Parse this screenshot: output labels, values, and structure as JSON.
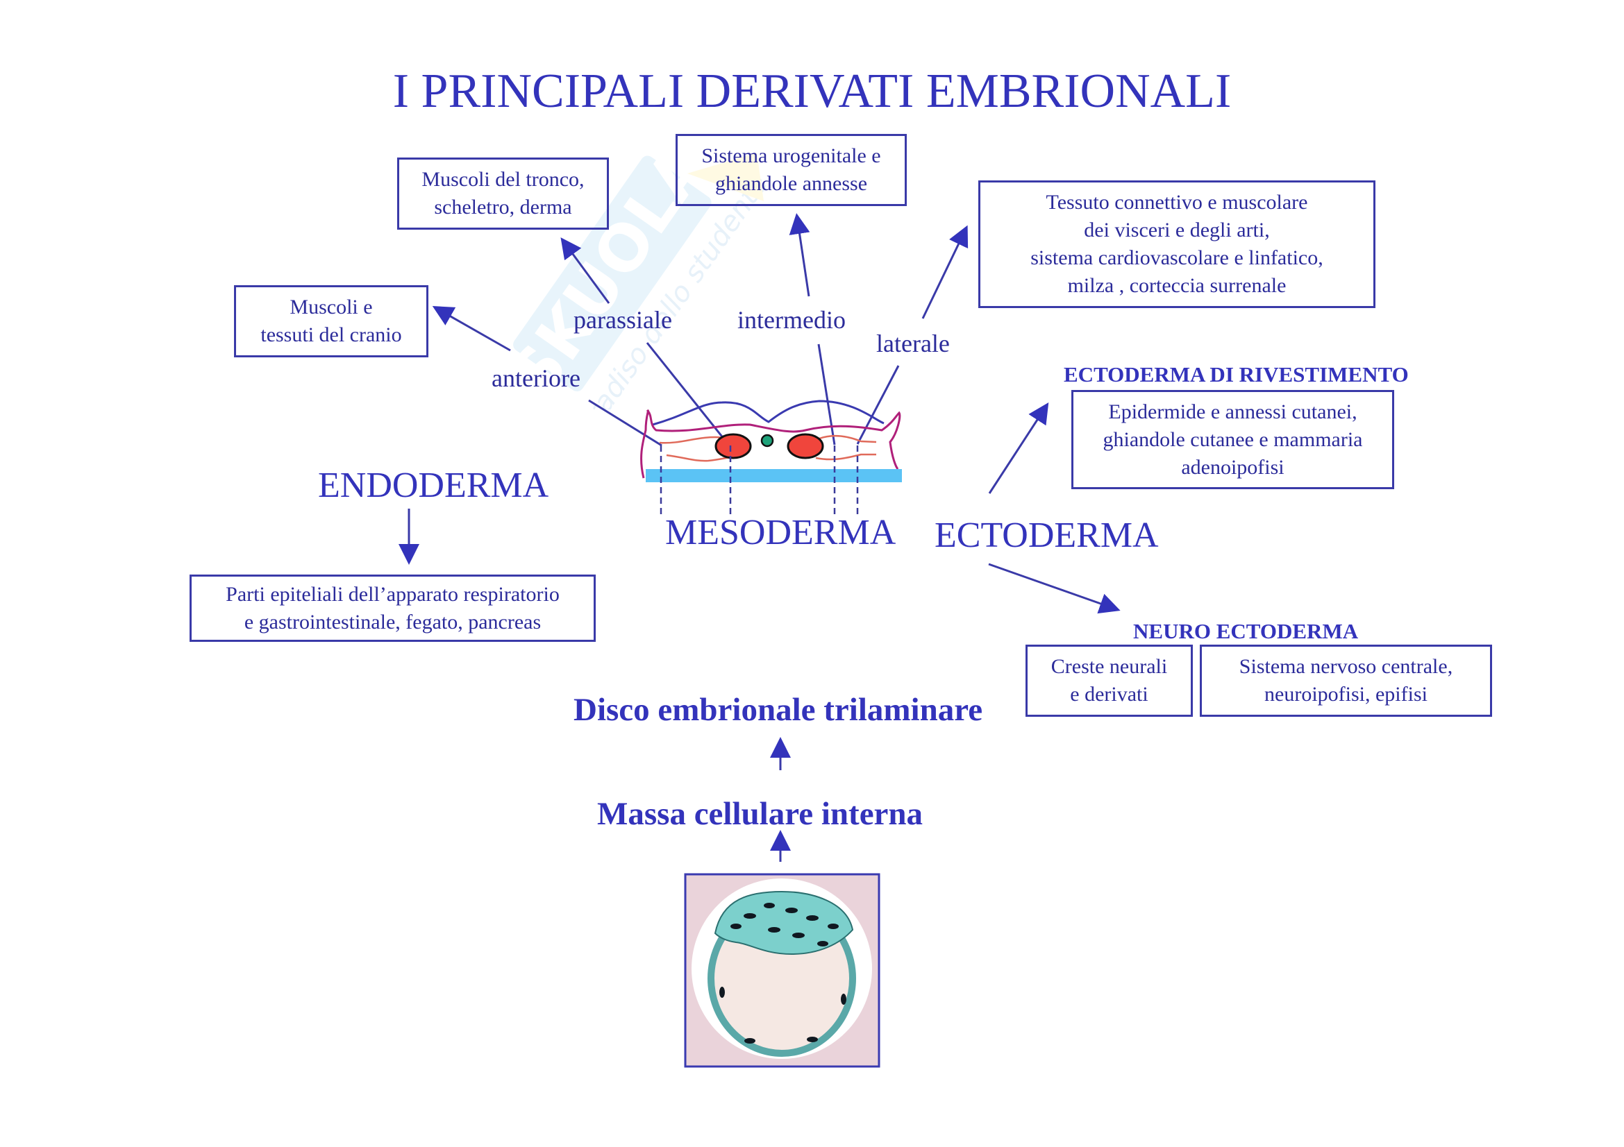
{
  "title": "I PRINCIPALI DERIVATI EMBRIONALI",
  "watermark": {
    "brand": "Skuola.net",
    "tagline": "paradiso dello studente"
  },
  "mesoderm": {
    "label": "MESODERMA",
    "branches": [
      {
        "name": "anteriore",
        "derivative": [
          "Muscoli e",
          "tessuti del cranio"
        ]
      },
      {
        "name": "parassiale",
        "derivative": [
          "Muscoli del tronco,",
          "scheletro, derma"
        ]
      },
      {
        "name": "intermedio",
        "derivative": [
          "Sistema urogenitale e",
          "ghiandole annesse"
        ]
      },
      {
        "name": "laterale",
        "derivative": [
          "Tessuto connettivo e muscolare",
          "dei visceri e degli arti,",
          "sistema cardiovascolare e linfatico,",
          "milza , corteccia surrenale"
        ]
      }
    ]
  },
  "endoderm": {
    "label": "ENDODERMA",
    "derivative": [
      "Parti epiteliali dell’apparato respiratorio",
      "e gastrointestinale, fegato, pancreas"
    ]
  },
  "ectoderm": {
    "label": "ECTODERMA",
    "surface": {
      "heading": "ECTODERMA DI RIVESTIMENTO",
      "derivative": [
        "Epidermide e annessi cutanei,",
        "ghiandole cutanee e mammaria",
        "adenoipofisi"
      ]
    },
    "neuro": {
      "heading": "NEURO ECTODERMA",
      "boxes": [
        [
          "Creste neurali",
          "e derivati"
        ],
        [
          "Sistema nervoso centrale,",
          "neuroipofisi, epifisi"
        ]
      ]
    }
  },
  "flow": {
    "disc": "Disco embrionale trilaminare",
    "icm": "Massa cellulare interna"
  },
  "colors": {
    "text": "#3333bb",
    "line": "#3a3aa8",
    "notochord": "#1fa37a",
    "somite": "#f0453c",
    "endoderm_layer": "#5bc3f5",
    "ectoderm_outline": "#b0207a",
    "amnion": "#3a3ab0",
    "mesoderm_lines": "#e06a5a"
  }
}
